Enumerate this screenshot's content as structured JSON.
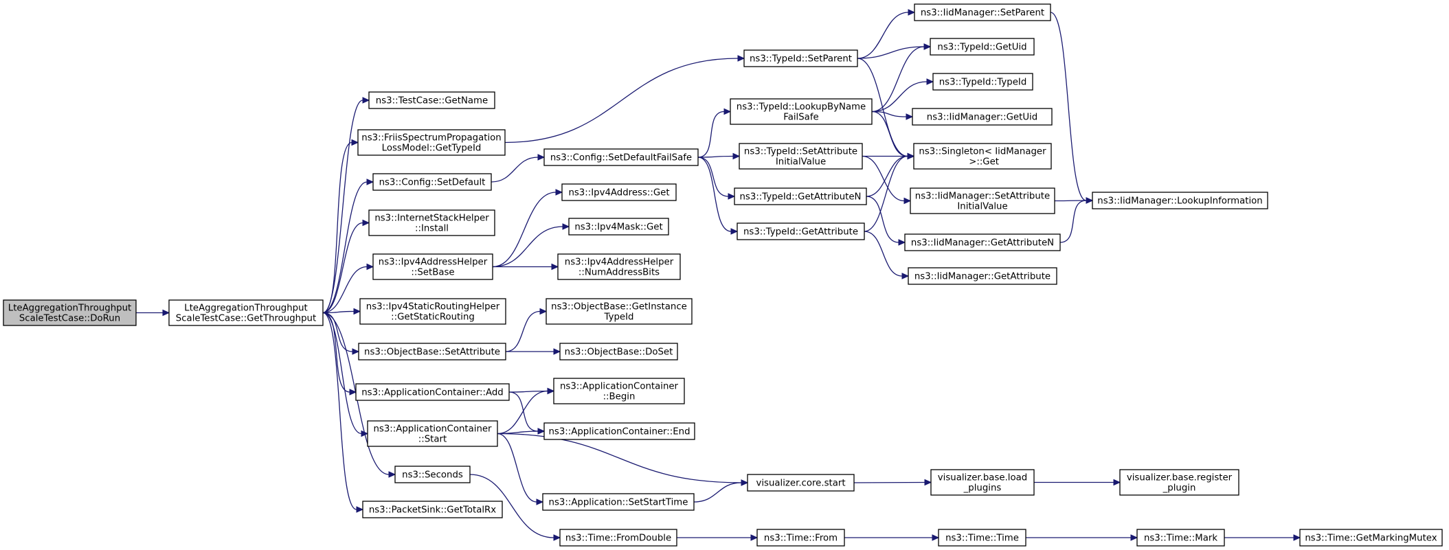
{
  "colors": {
    "edge": "#191970",
    "node_fill": "#ffffff",
    "root_fill": "#bfbfbf",
    "border": "#000000"
  },
  "nodes": [
    {
      "id": "doRun",
      "lines": [
        "LteAggregationThroughput",
        "ScaleTestCase::DoRun"
      ],
      "root": true
    },
    {
      "id": "getThroughput",
      "lines": [
        "LteAggregationThroughput",
        "ScaleTestCase::GetThroughput"
      ]
    },
    {
      "id": "tcGetName",
      "lines": [
        "ns3::TestCase::GetName"
      ]
    },
    {
      "id": "friis",
      "lines": [
        "ns3::FriisSpectrumPropagation",
        "LossModel::GetTypeId"
      ]
    },
    {
      "id": "cfgSetDefault",
      "lines": [
        "ns3::Config::SetDefault"
      ]
    },
    {
      "id": "ishInstall",
      "lines": [
        "ns3::InternetStackHelper",
        "::Install"
      ]
    },
    {
      "id": "ipv4ahSetBase",
      "lines": [
        "ns3::Ipv4AddressHelper",
        "::SetBase"
      ]
    },
    {
      "id": "ipv4srh",
      "lines": [
        "ns3::Ipv4StaticRoutingHelper",
        "::GetStaticRouting"
      ]
    },
    {
      "id": "obSetAttr",
      "lines": [
        "ns3::ObjectBase::SetAttribute"
      ]
    },
    {
      "id": "acAdd",
      "lines": [
        "ns3::ApplicationContainer::Add"
      ]
    },
    {
      "id": "acStart",
      "lines": [
        "ns3::ApplicationContainer",
        "::Start"
      ]
    },
    {
      "id": "seconds",
      "lines": [
        "ns3::Seconds"
      ]
    },
    {
      "id": "psGetTotalRx",
      "lines": [
        "ns3::PacketSink::GetTotalRx"
      ]
    },
    {
      "id": "cfgSDFS",
      "lines": [
        "ns3::Config::SetDefaultFailSafe"
      ]
    },
    {
      "id": "ipv4AddrGet",
      "lines": [
        "ns3::Ipv4Address::Get"
      ]
    },
    {
      "id": "ipv4MaskGet",
      "lines": [
        "ns3::Ipv4Mask::Get"
      ]
    },
    {
      "id": "ipv4ahNAB",
      "lines": [
        "ns3::Ipv4AddressHelper",
        "::NumAddressBits"
      ]
    },
    {
      "id": "obGetInstTid",
      "lines": [
        "ns3::ObjectBase::GetInstance",
        "TypeId"
      ]
    },
    {
      "id": "obDoSet",
      "lines": [
        "ns3::ObjectBase::DoSet"
      ]
    },
    {
      "id": "acBegin",
      "lines": [
        "ns3::ApplicationContainer",
        "::Begin"
      ]
    },
    {
      "id": "acEnd",
      "lines": [
        "ns3::ApplicationContainer::End"
      ]
    },
    {
      "id": "appSST",
      "lines": [
        "ns3::Application::SetStartTime"
      ]
    },
    {
      "id": "timeFromDouble",
      "lines": [
        "ns3::Time::FromDouble"
      ]
    },
    {
      "id": "tidSetParent",
      "lines": [
        "ns3::TypeId::SetParent"
      ]
    },
    {
      "id": "tidLBNFS",
      "lines": [
        "ns3::TypeId::LookupByName",
        "FailSafe"
      ]
    },
    {
      "id": "tidSAIV",
      "lines": [
        "ns3::TypeId::SetAttribute",
        "InitialValue"
      ]
    },
    {
      "id": "tidGAN",
      "lines": [
        "ns3::TypeId::GetAttributeN"
      ]
    },
    {
      "id": "tidGA",
      "lines": [
        "ns3::TypeId::GetAttribute"
      ]
    },
    {
      "id": "vizStart",
      "lines": [
        "visualizer.core.start"
      ]
    },
    {
      "id": "timeFrom",
      "lines": [
        "ns3::Time::From"
      ]
    },
    {
      "id": "imSetParent",
      "lines": [
        "ns3::IidManager::SetParent"
      ]
    },
    {
      "id": "tidGetUid",
      "lines": [
        "ns3::TypeId::GetUid"
      ]
    },
    {
      "id": "tidTypeId",
      "lines": [
        "ns3::TypeId::TypeId"
      ]
    },
    {
      "id": "imGetUid",
      "lines": [
        "ns3::IidManager::GetUid"
      ]
    },
    {
      "id": "singleton",
      "lines": [
        "ns3::Singleton< IidManager",
        " >::Get"
      ]
    },
    {
      "id": "imSAIV",
      "lines": [
        "ns3::IidManager::SetAttribute",
        "InitialValue"
      ]
    },
    {
      "id": "imGAN",
      "lines": [
        "ns3::IidManager::GetAttributeN"
      ]
    },
    {
      "id": "imGA",
      "lines": [
        "ns3::IidManager::GetAttribute"
      ]
    },
    {
      "id": "vizLoad",
      "lines": [
        "visualizer.base.load",
        "_plugins"
      ]
    },
    {
      "id": "timeTime",
      "lines": [
        "ns3::Time::Time"
      ]
    },
    {
      "id": "imLookupInfo",
      "lines": [
        "ns3::IidManager::LookupInformation"
      ]
    },
    {
      "id": "vizRegister",
      "lines": [
        "visualizer.base.register",
        "_plugin"
      ]
    },
    {
      "id": "timeMark",
      "lines": [
        "ns3::Time::Mark"
      ]
    },
    {
      "id": "timeGMM",
      "lines": [
        "ns3::Time::GetMarkingMutex"
      ]
    }
  ],
  "edges": [
    [
      "doRun",
      "getThroughput"
    ],
    [
      "getThroughput",
      "tcGetName"
    ],
    [
      "getThroughput",
      "friis"
    ],
    [
      "getThroughput",
      "cfgSetDefault"
    ],
    [
      "getThroughput",
      "ishInstall"
    ],
    [
      "getThroughput",
      "ipv4ahSetBase"
    ],
    [
      "getThroughput",
      "ipv4srh"
    ],
    [
      "getThroughput",
      "obSetAttr"
    ],
    [
      "getThroughput",
      "acAdd"
    ],
    [
      "getThroughput",
      "acStart"
    ],
    [
      "getThroughput",
      "seconds"
    ],
    [
      "getThroughput",
      "psGetTotalRx"
    ],
    [
      "friis",
      "tidSetParent"
    ],
    [
      "cfgSetDefault",
      "cfgSDFS"
    ],
    [
      "cfgSDFS",
      "tidLBNFS"
    ],
    [
      "cfgSDFS",
      "tidSAIV"
    ],
    [
      "cfgSDFS",
      "tidGAN"
    ],
    [
      "cfgSDFS",
      "tidGA"
    ],
    [
      "ipv4ahSetBase",
      "ipv4AddrGet"
    ],
    [
      "ipv4ahSetBase",
      "ipv4MaskGet"
    ],
    [
      "ipv4ahSetBase",
      "ipv4ahNAB"
    ],
    [
      "obSetAttr",
      "obGetInstTid"
    ],
    [
      "obSetAttr",
      "obDoSet"
    ],
    [
      "acAdd",
      "acBegin"
    ],
    [
      "acAdd",
      "acEnd"
    ],
    [
      "acStart",
      "acBegin"
    ],
    [
      "acStart",
      "acEnd"
    ],
    [
      "acStart",
      "vizStart"
    ],
    [
      "acStart",
      "appSST"
    ],
    [
      "seconds",
      "timeFromDouble"
    ],
    [
      "appSST",
      "vizStart"
    ],
    [
      "timeFromDouble",
      "timeFrom"
    ],
    [
      "tidSetParent",
      "imSetParent"
    ],
    [
      "tidSetParent",
      "tidGetUid"
    ],
    [
      "tidSetParent",
      "singleton"
    ],
    [
      "tidLBNFS",
      "tidGetUid"
    ],
    [
      "tidLBNFS",
      "tidTypeId"
    ],
    [
      "tidLBNFS",
      "imGetUid"
    ],
    [
      "tidLBNFS",
      "singleton"
    ],
    [
      "tidSAIV",
      "singleton"
    ],
    [
      "tidSAIV",
      "imSAIV"
    ],
    [
      "tidGAN",
      "singleton"
    ],
    [
      "tidGAN",
      "imGAN"
    ],
    [
      "tidGA",
      "singleton"
    ],
    [
      "tidGA",
      "imGA"
    ],
    [
      "vizStart",
      "vizLoad"
    ],
    [
      "timeFrom",
      "timeTime"
    ],
    [
      "imSetParent",
      "imLookupInfo"
    ],
    [
      "imSAIV",
      "imLookupInfo"
    ],
    [
      "imGAN",
      "imLookupInfo"
    ],
    [
      "vizLoad",
      "vizRegister"
    ],
    [
      "timeTime",
      "timeMark"
    ],
    [
      "timeMark",
      "timeGMM"
    ]
  ]
}
